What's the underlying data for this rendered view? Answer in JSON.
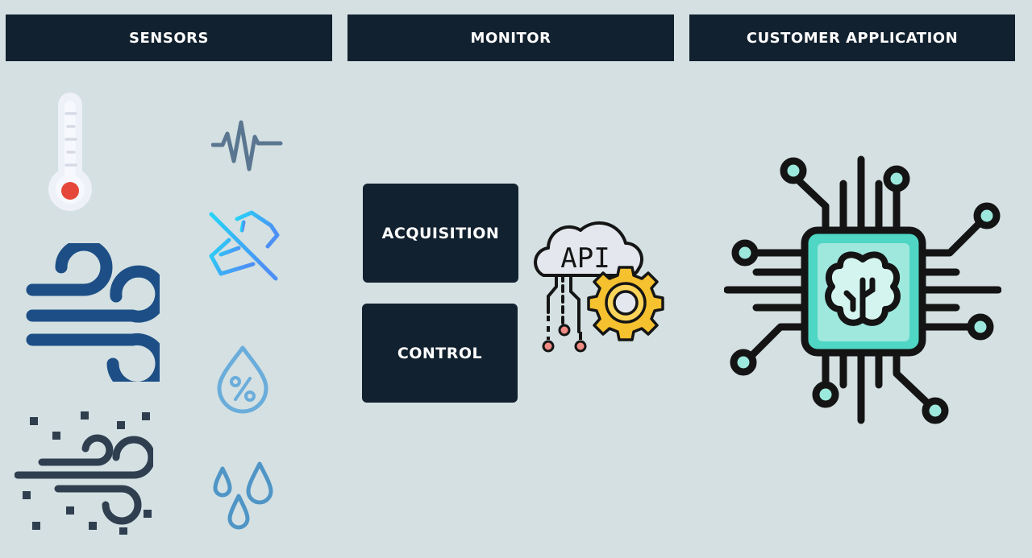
{
  "columns": {
    "sensors": {
      "label": "SENSORS"
    },
    "monitor": {
      "label": "MONITOR"
    },
    "customer": {
      "label": "CUSTOMER APPLICATION"
    }
  },
  "monitor": {
    "blocks": [
      {
        "label": "ACQUISITION"
      },
      {
        "label": "CONTROL"
      }
    ],
    "api_icon": {
      "name": "cloud-api-gear-icon",
      "text": "API"
    }
  },
  "sensors": {
    "icons": [
      {
        "name": "thermometer-icon",
        "meaning": "temperature"
      },
      {
        "name": "vibration-wave-icon",
        "meaning": "vibration"
      },
      {
        "name": "tilt-box-icon",
        "meaning": "tilt / orientation"
      },
      {
        "name": "wind-icon",
        "meaning": "wind"
      },
      {
        "name": "humidity-drop-icon",
        "meaning": "humidity",
        "symbol": "%"
      },
      {
        "name": "dust-wind-icon",
        "meaning": "dust / particles"
      },
      {
        "name": "rain-drops-icon",
        "meaning": "precipitation"
      }
    ]
  },
  "customer": {
    "icon": {
      "name": "ai-brain-chip-icon"
    }
  },
  "colors": {
    "background": "#d4e0e2",
    "header": "#12212f",
    "header_text": "#ffffff",
    "thermometer_bulb": "#e5483a",
    "wind_blue": "#1d4f86",
    "dust_wind": "#2f3f50",
    "vibration": "#5a7690",
    "tilt_gradient_start": "#27d3f7",
    "tilt_gradient_end": "#4d90f5",
    "humidity_drop": "#6aaddb",
    "rain_drops": "#4f95c6",
    "gear_yellow": "#f6c12f",
    "chip_teal": "#4fd6c4",
    "chip_inner": "#9fe8dd",
    "brain_fill": "#d4f4ef"
  }
}
